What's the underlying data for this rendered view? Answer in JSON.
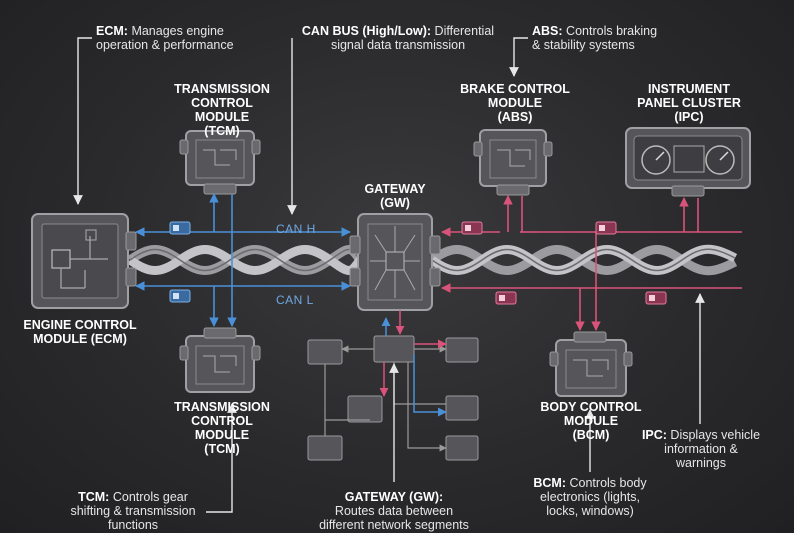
{
  "modules": {
    "tcm_top": [
      "TRANSMISSION",
      "CONTROL MODULE",
      "(TCM)"
    ],
    "tcm_bottom": [
      "TRANSMISSION",
      "CONTROL MODULE",
      "(TCM)"
    ],
    "brake": [
      "BRAKE CONTROL",
      "MODULE",
      "(ABS)"
    ],
    "ipc": [
      "INSTRUMENT",
      "PANEL CLUSTER",
      "(IPC)"
    ],
    "gateway": [
      "GATEWAY",
      "(GW)"
    ],
    "ecm": [
      "ENGINE CONTROL",
      "MODULE (ECM)"
    ],
    "bcm": [
      "BODY CONTROL",
      "MODULE",
      "(BCM)"
    ]
  },
  "bus": {
    "can_h": "CAN H",
    "can_l": "CAN L"
  },
  "callouts": {
    "ecm": {
      "key": "ECM:",
      "text": [
        "Manages engine",
        "operation & performance"
      ]
    },
    "canbus": {
      "key": "CAN BUS (High/Low):",
      "text": [
        "Differential",
        "signal data transmission"
      ]
    },
    "abs": {
      "key": "ABS:",
      "text": [
        "Controls braking",
        "& stability systems"
      ]
    },
    "tcm": {
      "key": "TCM:",
      "text": [
        "Controls gear",
        "shifting & transmission",
        "functions"
      ]
    },
    "gateway": {
      "key": "GATEWAY (GW):",
      "text": [
        "Routes data between",
        "different network segments"
      ]
    },
    "bcm": {
      "key": "BCM:",
      "text": [
        "Controls body",
        "electronics (lights,",
        "locks, windows)"
      ]
    },
    "ipc": {
      "key": "IPC:",
      "text": [
        "Displays vehicle",
        "information &",
        "warnings"
      ]
    }
  },
  "colors": {
    "blue": "#4a90d9",
    "pink": "#d9537a",
    "module_fill": "#56565a",
    "module_stroke": "#9a9a9e",
    "background": "#2c2c2e"
  }
}
